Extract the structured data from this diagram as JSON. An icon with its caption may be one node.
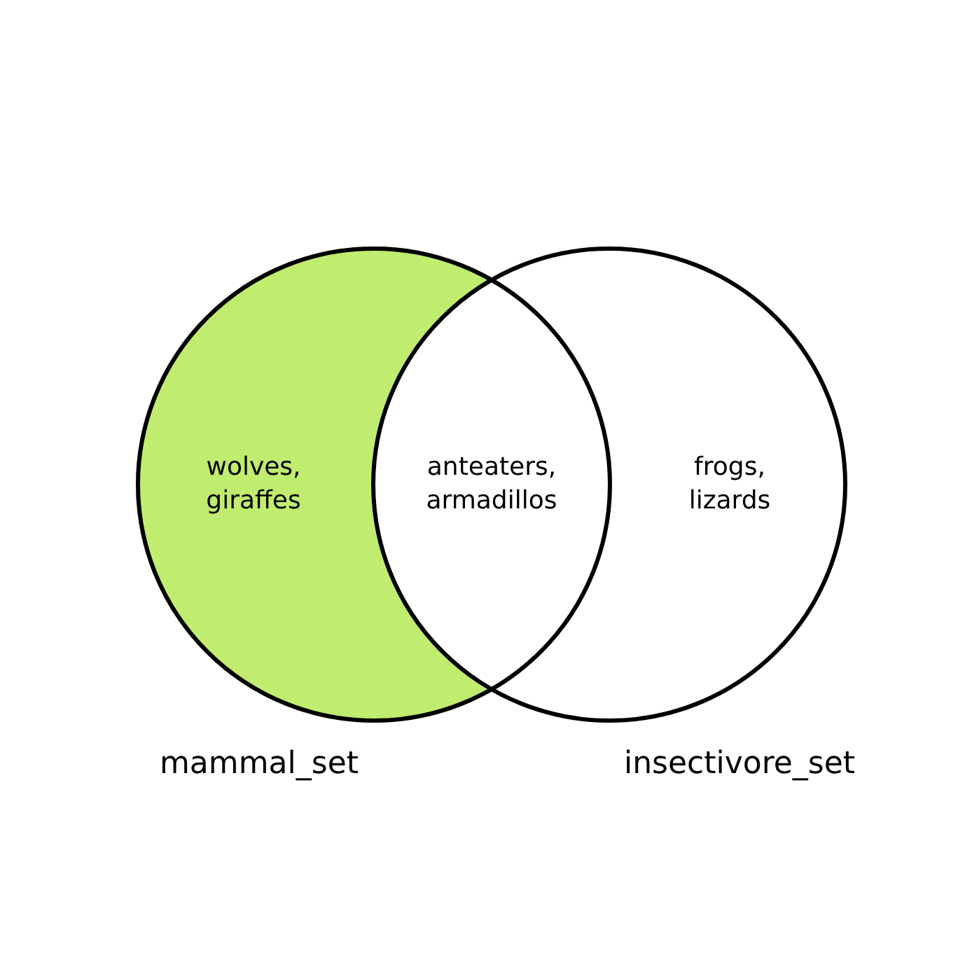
{
  "diagram": {
    "nodes": [
      {
        "text": [
          "wolves, giraffes",
          "mammal_set"
        ]
      },
      {
        "text": [
          "frogs, lizards",
          "insectivore_set"
        ]
      }
    ],
    "edges": [],
    "labels": [
      "anteaters, armadillos"
    ]
  }
}
